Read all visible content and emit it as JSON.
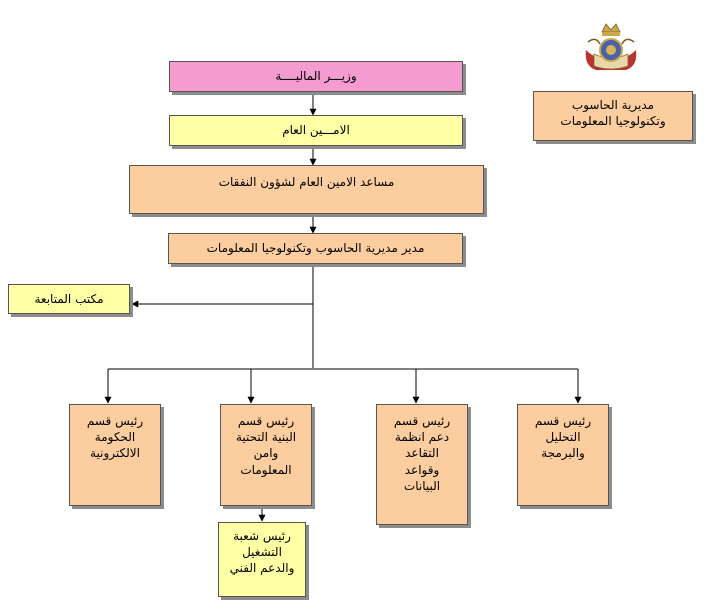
{
  "colors": {
    "pink": "#f49bd0",
    "yellow": "#ffffa6",
    "peach": "#fccd9e",
    "line": "#000000",
    "shadow": "#8c8c8c"
  },
  "emblem": {
    "icon": "coat-of-arms-icon"
  },
  "header_box": "مديرية الحاسوب\nوتكنولوجيا المعلومات",
  "minister": "وزيـــر الماليــــة",
  "secretary_general": "الامـــين العام",
  "assistant_sg": "مساعد الامين العام لشؤون النفقات",
  "it_director": "مدير مديرية الحاسوب وتكنولوجيا المعلومات",
  "followup_office": "مكتب المتابعة",
  "departments": [
    {
      "label": "رئيس قسم\nالتحليل\nوالبرمجة"
    },
    {
      "label": "رئيس قسم\nدعم انظمة\nالتقاعد\nوقواعد\nالبيانات"
    },
    {
      "label": "رئيس قسم\nالبنية التحتية\nوامن\nالمعلومات"
    },
    {
      "label": "رئيس قسم\nالحكومة\nالالكترونية"
    }
  ],
  "operations_section": "رئيس شعبة\nالتشغيل\nوالدعم الفني"
}
